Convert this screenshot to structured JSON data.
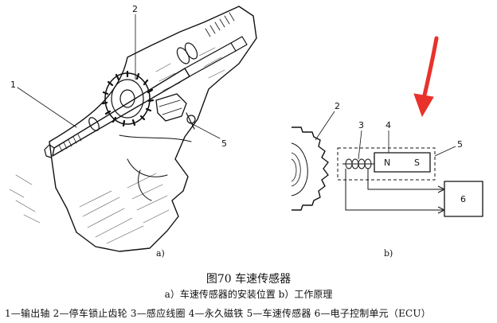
{
  "figure": {
    "title": "图70    车速传感器",
    "subtitle": "a）车速传感器的安装位置    b）工作原理",
    "legend": "1—输出轴    2—停车锁止齿轮    3—感应线圈    4—永久磁铁    5—车速传感器    6—电子控制单元（ECU）"
  },
  "panel_a": {
    "sublabel": "a)",
    "callouts": [
      "1",
      "2",
      "5"
    ]
  },
  "panel_b": {
    "sublabel": "b)",
    "callouts": [
      "2",
      "3",
      "4",
      "5"
    ],
    "magnet": {
      "north": "N",
      "south": "S"
    },
    "ecu_label": "6"
  },
  "colors": {
    "arrow": "#e8322b",
    "ink": "#111111"
  }
}
